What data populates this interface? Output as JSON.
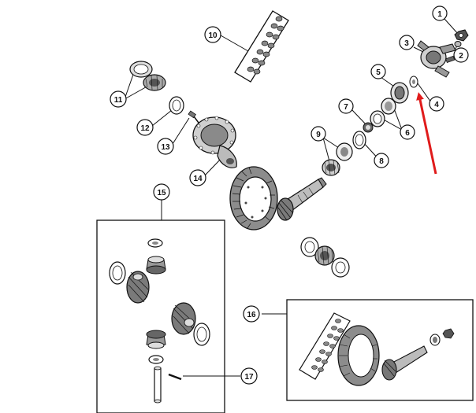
{
  "diagram": {
    "colors": {
      "ink": "#111111",
      "paper": "#ffffff",
      "shade": "#9a9a9a",
      "light_shade": "#d2d2d2",
      "arrow": "#e01b1b"
    },
    "callouts": [
      {
        "label": "1"
      },
      {
        "label": "2"
      },
      {
        "label": "3"
      },
      {
        "label": "4"
      },
      {
        "label": "5"
      },
      {
        "label": "6"
      },
      {
        "label": "7"
      },
      {
        "label": "8"
      },
      {
        "label": "9"
      },
      {
        "label": "10"
      },
      {
        "label": "11"
      },
      {
        "label": "12"
      },
      {
        "label": "13"
      },
      {
        "label": "14"
      },
      {
        "label": "15"
      },
      {
        "label": "16"
      },
      {
        "label": "17"
      }
    ],
    "highlight_arrow": {
      "color": "#e01b1b",
      "points_to": "4"
    }
  }
}
